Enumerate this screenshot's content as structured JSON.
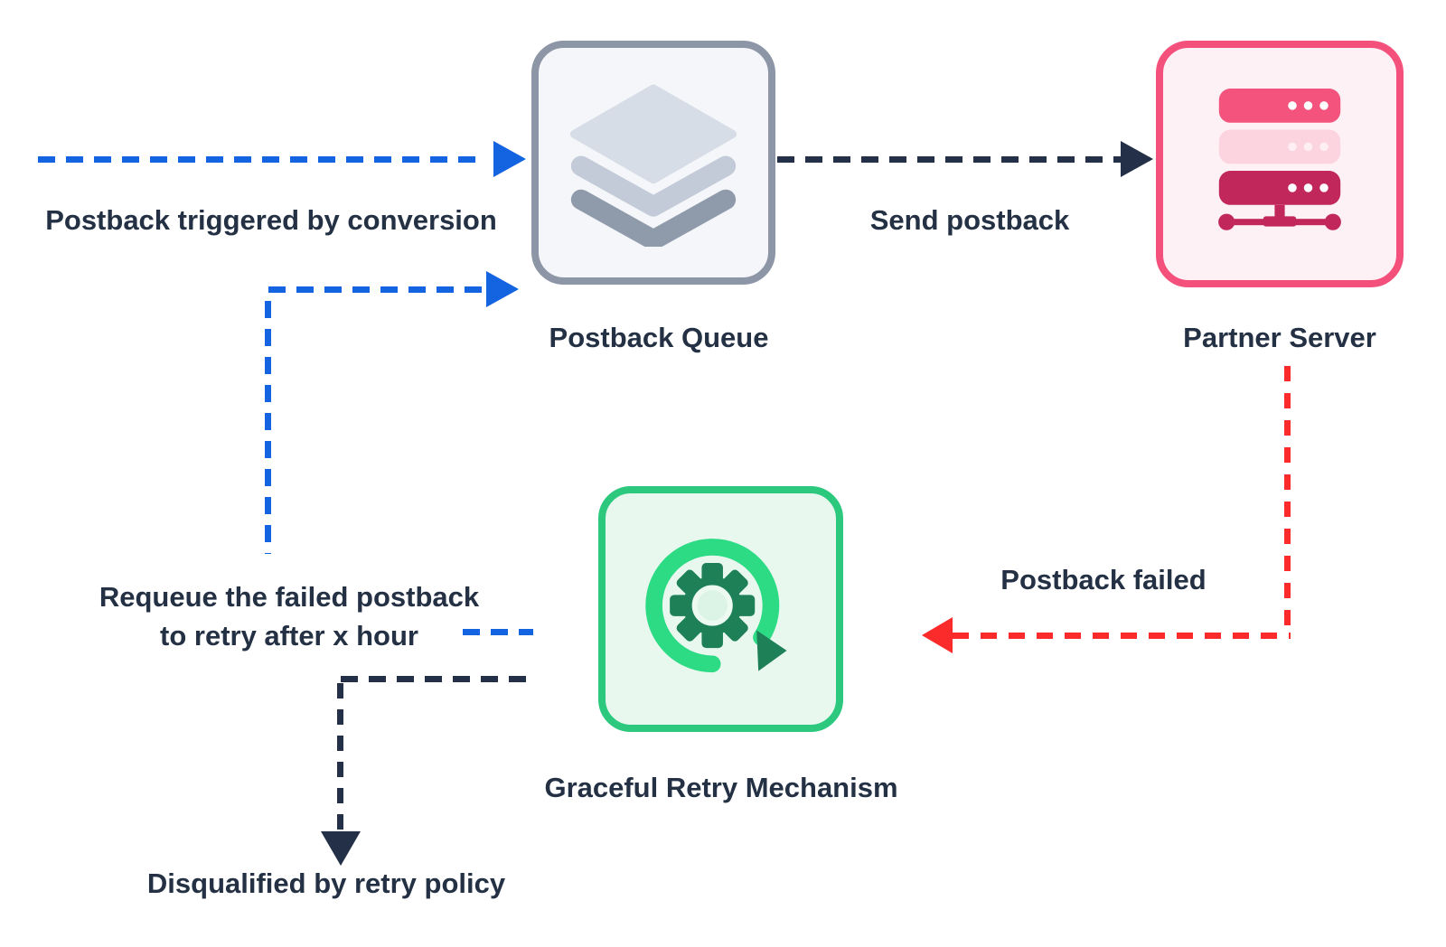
{
  "colors": {
    "blue": "#1463E0",
    "navy": "#233047",
    "red": "#FB2B2B",
    "text": "#243144",
    "gray_border": "#8C96A6",
    "gray_bg": "#F4F6F9",
    "pink_border": "#F4507C",
    "pink_bg": "#FDF1F5",
    "pink_bar_top": "#F4537E",
    "pink_bar_mid": "#FBD4DF",
    "pink_bar_mid_dots": "#FDEFF4",
    "pink_dark": "#C2275B",
    "green_border": "#2BC87D",
    "green_bg": "#E8F8EF",
    "green_arc": "#2EDB85",
    "green_dark": "#1E8057",
    "green_light": "#DCF4E6",
    "green_light_ring": "#EDFAF2",
    "layer_top": "#D6DDE7",
    "layer_mid": "#C3CBD8",
    "layer_bottom": "#8F9AAB"
  },
  "nodes": {
    "queue": {
      "label": "Postback Queue",
      "icon": "layers-stack-icon"
    },
    "server": {
      "label": "Partner Server",
      "icon": "server-rack-icon"
    },
    "retry": {
      "label": "Graceful Retry Mechanism",
      "icon": "gear-refresh-icon"
    }
  },
  "edges": {
    "trigger": {
      "label": "Postback triggered by conversion",
      "color_name": "blue",
      "style": "dashed",
      "from": "external",
      "to": "queue"
    },
    "send": {
      "label": "Send postback",
      "color_name": "navy",
      "style": "dashed",
      "from": "queue",
      "to": "server"
    },
    "failed": {
      "label": "Postback failed",
      "color_name": "red",
      "style": "dashed",
      "from": "server",
      "to": "retry"
    },
    "requeue": {
      "label_line1": "Requeue the failed postback",
      "label_line2": "to retry after x hour",
      "color_name": "blue",
      "style": "dashed",
      "from": "retry",
      "to": "queue"
    },
    "disqualified": {
      "label": "Disqualified by retry policy",
      "color_name": "navy",
      "style": "dashed",
      "from": "retry",
      "to": "external"
    }
  }
}
